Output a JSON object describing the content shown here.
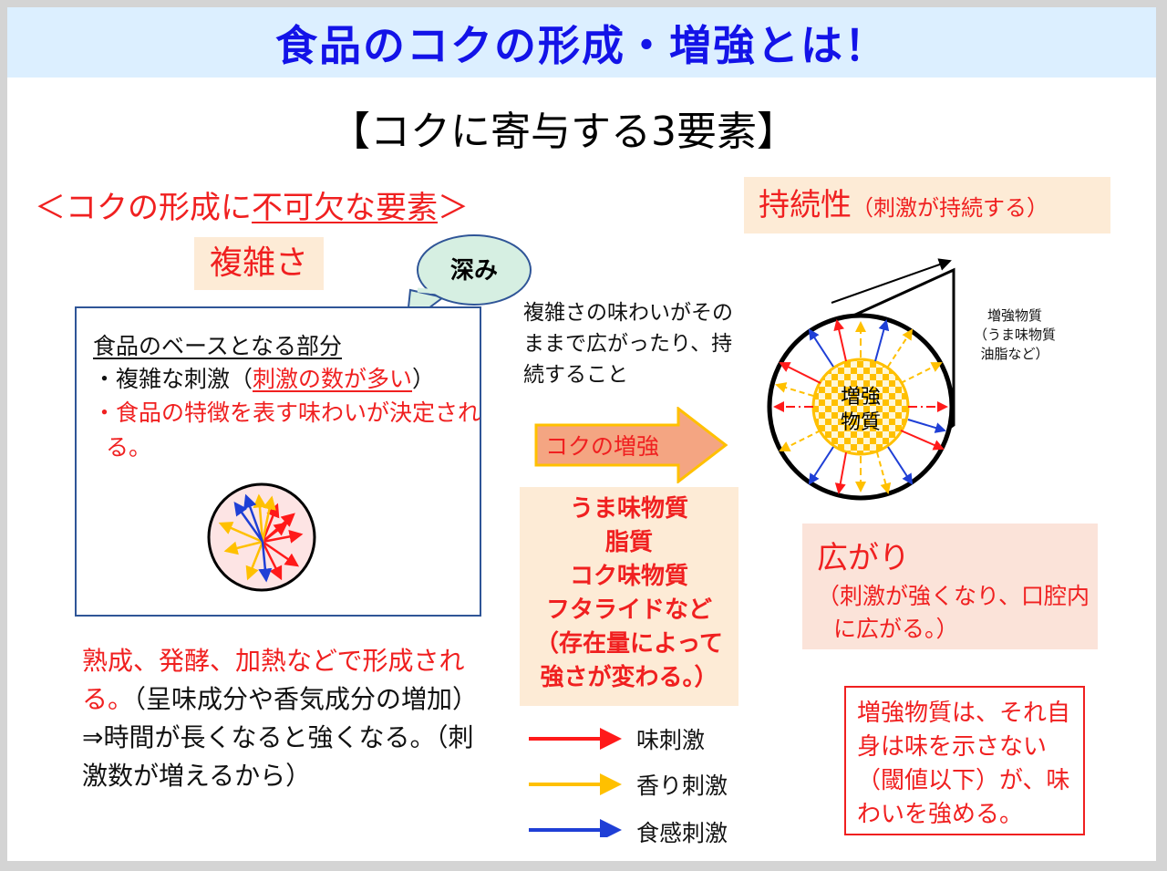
{
  "title": "食品のコクの形成・増強とは！",
  "subtitle": "【コクに寄与する3要素】",
  "essential_header": {
    "prefix": "＜コクの形成に",
    "underlined": "不可欠な要素",
    "suffix": "＞"
  },
  "complexity_label": "複雑さ",
  "depth_bubble": "深み",
  "base_box": {
    "title": "食品のベースとなる部分",
    "line1_prefix": "・複雑な刺激（",
    "line1_red": "刺激の数が多い",
    "line1_suffix": "）",
    "line2": "・食品の特徴を表す味わいが決定される。"
  },
  "formation_text": {
    "red": "熟成、発酵、加熱などで形成される。",
    "black": "（呈味成分や香気成分の増加）⇒時間が長くなると強くなる。（刺激数が増えるから）"
  },
  "middle_text": "複雑さの味わいがそのままで広がったり、持続すること",
  "enhance_arrow_label": "コクの増強",
  "center_box_lines": [
    "うま味物質",
    "脂質",
    "コク味物質",
    "フタライドなど",
    "（存在量によって",
    "強さが変わる。）"
  ],
  "legend": [
    {
      "label": "味刺激",
      "color": "#ff1a1a"
    },
    {
      "label": "香り刺激",
      "color": "#ffc000"
    },
    {
      "label": "食感刺激",
      "color": "#1f3fd6"
    }
  ],
  "sustain": {
    "big": "持続性",
    "small": "（刺激が持続する）"
  },
  "cylinder_note_lines": [
    "増強物質",
    "（うま味物質",
    "油脂など）"
  ],
  "core_label_lines": [
    "増強",
    "物質"
  ],
  "spread": {
    "title": "広がり",
    "desc": "（刺激が強くなり、口腔内に広がる。）"
  },
  "enhancer_note": "増強物質は、それ自身は味を示さない（閾値以下）が、味わいを強める。",
  "colors": {
    "title_bg": "#dcefff",
    "title_text": "#1313e8",
    "accent_red": "#f02020",
    "peach_box": "#fdebd6",
    "box_border": "#2f5597"
  }
}
